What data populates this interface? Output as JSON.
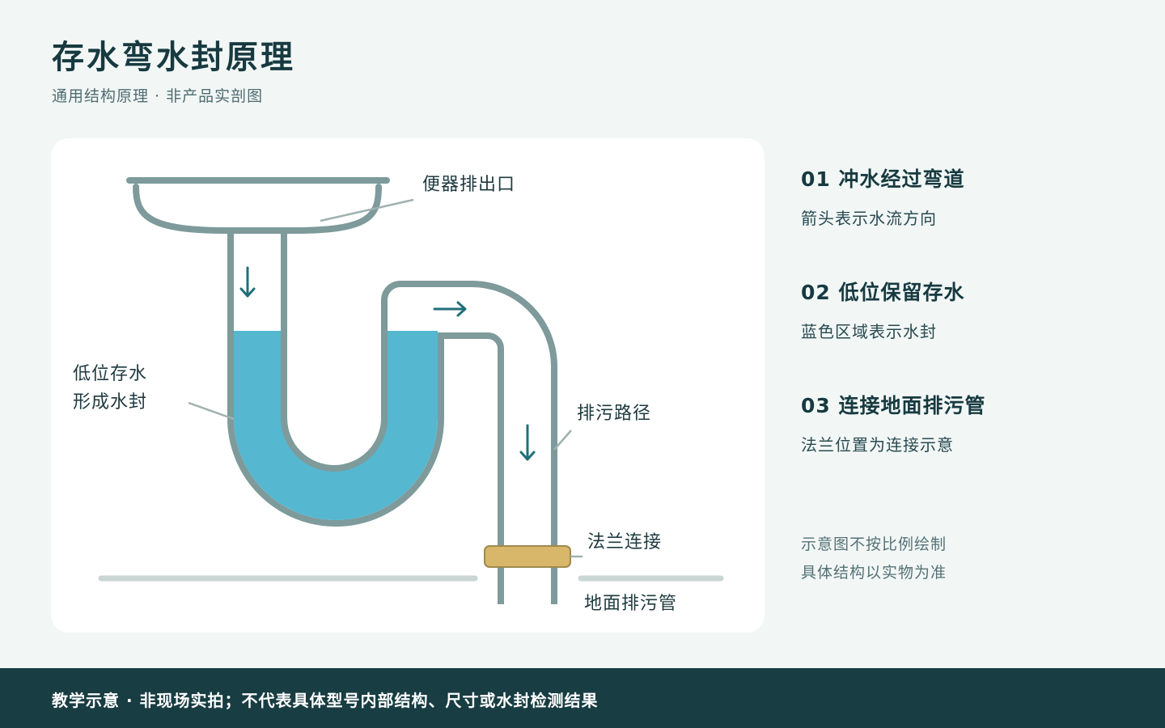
{
  "header": {
    "title": "存水弯水封原理",
    "subtitle": "通用结构原理 · 非产品实剖图"
  },
  "diagram": {
    "labels": {
      "outlet": "便器排出口",
      "water_seal_line1": "低位存水",
      "water_seal_line2": "形成水封",
      "drain_path": "排污路径",
      "flange": "法兰连接",
      "floor_drain": "地面排污管"
    },
    "colors": {
      "pipe": "#7e9a9b",
      "water": "#56b7d0",
      "arrow": "#1f6f7a",
      "flange": "#d8b76a",
      "floor": "#c9d6d3"
    }
  },
  "steps": [
    {
      "title": "01 冲水经过弯道",
      "desc": "箭头表示水流方向"
    },
    {
      "title": "02 低位保留存水",
      "desc": "蓝色区域表示水封"
    },
    {
      "title": "03 连接地面排污管",
      "desc": "法兰位置为连接示意"
    }
  ],
  "disclaimer": {
    "line1": "示意图不按比例绘制",
    "line2": "具体结构以实物为准"
  },
  "footer": {
    "text": "教学示意 · 非现场实拍；不代表具体型号内部结构、尺寸或水封检测结果"
  }
}
